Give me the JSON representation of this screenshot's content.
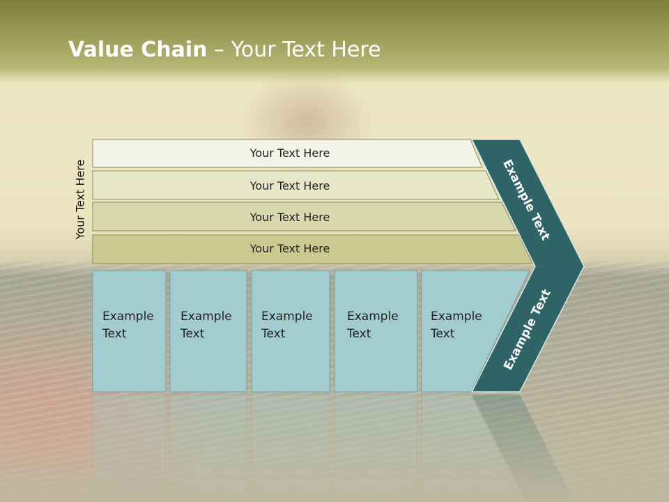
{
  "title": {
    "bold": "Value Chain",
    "rest": " – Your Text Here"
  },
  "vertical_label": "Your Text Here",
  "bars": [
    {
      "label": "Your Text Here",
      "fill": "#f4f3e8"
    },
    {
      "label": "Your Text Here",
      "fill": "#e6e6c9"
    },
    {
      "label": "Your Text Here",
      "fill": "#d8d8ad"
    },
    {
      "label": "Your Text Here",
      "fill": "#c9ca8f"
    }
  ],
  "boxes": [
    {
      "line1": "Example",
      "line2": "Text"
    },
    {
      "line1": "Example",
      "line2": "Text"
    },
    {
      "line1": "Example",
      "line2": "Text"
    },
    {
      "line1": "Example",
      "line2": "Text"
    },
    {
      "line1": "Example",
      "line2": "Text"
    }
  ],
  "chevron": {
    "upper_text": "Example Text",
    "lower_text": "Example Text"
  },
  "colors": {
    "bar_border": "#8b8b5a",
    "box_fill": "#a2cccf",
    "box_border": "#7a9fa3",
    "chevron_fill": "#2f6467",
    "chevron_border": "#d6e6e4"
  }
}
